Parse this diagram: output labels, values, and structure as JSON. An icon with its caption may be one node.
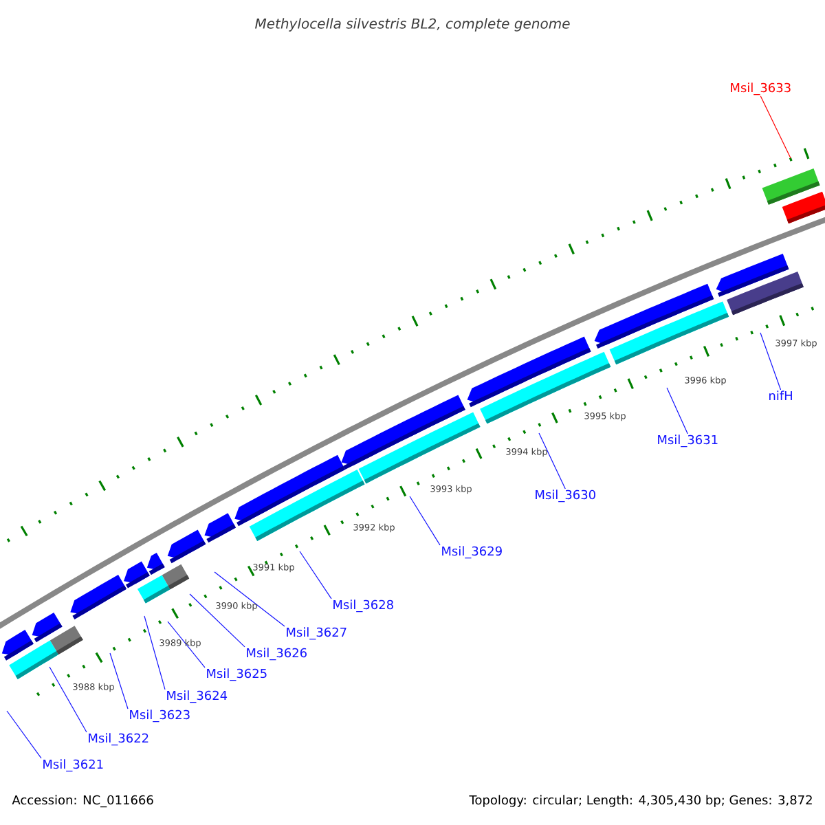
{
  "diagram": {
    "title": "*Methylocella silvestris BL2, complete genome*",
    "nodes": [
      {
        "text": [
          "Msil_3621"
        ]
      },
      {
        "text": [
          "Msil_3622"
        ]
      },
      {
        "text": [
          "Msil_3623"
        ]
      },
      {
        "text": [
          "Msil_3624"
        ]
      },
      {
        "text": [
          "Msil_3625"
        ]
      },
      {
        "text": [
          "Msil_3626"
        ]
      },
      {
        "text": [
          "Msil_3627"
        ]
      },
      {
        "text": [
          "Msil_3628"
        ]
      },
      {
        "text": [
          "Msil_3629"
        ]
      },
      {
        "text": [
          "Msil_3630"
        ]
      },
      {
        "text": [
          "Msil_3631"
        ]
      },
      {
        "text": [
          "nifH"
        ]
      },
      {
        "text": [
          "Msil_3633"
        ]
      }
    ],
    "edges": [
      {
        "from": 0,
        "to": null,
        "arrow": "none"
      },
      {
        "from": 1,
        "to": null,
        "arrow": "none"
      },
      {
        "from": 2,
        "to": null,
        "arrow": "none"
      },
      {
        "from": 3,
        "to": null,
        "arrow": "none"
      },
      {
        "from": 4,
        "to": null,
        "arrow": "none"
      },
      {
        "from": 5,
        "to": null,
        "arrow": "none"
      },
      {
        "from": 6,
        "to": null,
        "arrow": "none"
      },
      {
        "from": 7,
        "to": null,
        "arrow": "none"
      },
      {
        "from": 8,
        "to": null,
        "arrow": "none"
      },
      {
        "from": 9,
        "to": null,
        "arrow": "none"
      },
      {
        "from": 10,
        "to": null,
        "arrow": "none"
      },
      {
        "from": 11,
        "to": null,
        "arrow": "none"
      },
      {
        "from": 12,
        "to": null,
        "arrow": "none",
        "color": "#ff0000"
      }
    ],
    "labels": [
      "3988 kbp",
      "3989 kbp",
      "3990 kbp",
      "3991 kbp",
      "3992 kbp",
      "3993 kbp",
      "3994 kbp",
      "3995 kbp",
      "3996 kbp",
      "3997 kbp",
      "Accession: NC_011666",
      "Topology: circular; Length: 4,305,430 bp; Genes: 3,872"
    ]
  }
}
